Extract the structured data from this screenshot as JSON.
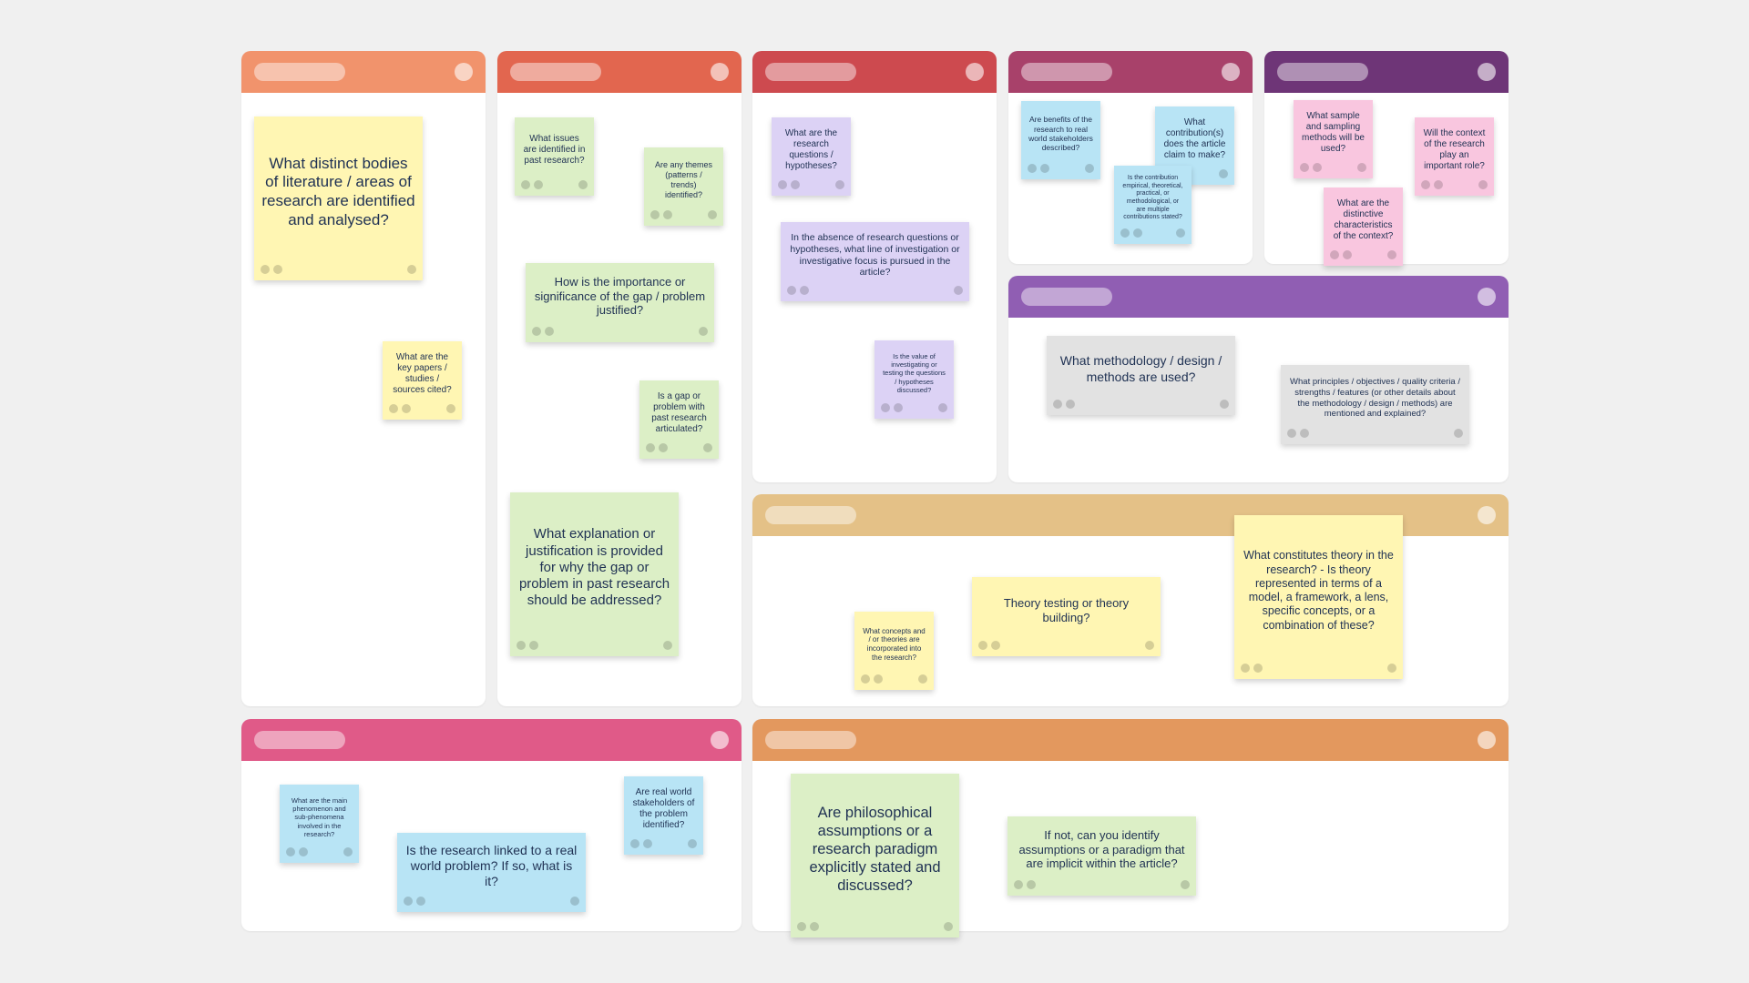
{
  "colors": {
    "canvas": "#f0f0f0",
    "frame_1_header": "#f1936c",
    "frame_2_header": "#e2664f",
    "frame_3_header": "#cd4a4f",
    "frame_4_header": "#a8416a",
    "frame_5_header": "#6e3577",
    "frame_6_header": "#905eb3",
    "frame_7_header": "#e4c187",
    "frame_8_header": "#e05a88",
    "frame_9_header": "#e3985e",
    "note_yellow": "#fff6b3",
    "note_green": "#dcefc6",
    "note_purple": "#dcd2f5",
    "note_blue": "#b8e4f5",
    "note_pink": "#f9c6df",
    "note_grey": "#e2e2e2",
    "note_text": "#1f3153"
  },
  "notes": {
    "n1": "What distinct bodies of literature / areas of research are identified and analysed?",
    "n2": "What are the key papers / studies / sources cited?",
    "n3": "What issues are identified in past research?",
    "n4": "Are any themes (patterns / trends) identified?",
    "n5": "How is the importance or significance of the gap / problem justified?",
    "n6": "Is a gap or problem with past research articulated?",
    "n7": "What explanation or justification is provided for why the gap or problem in past research should be addressed?",
    "n8": "What are the research questions / hypotheses?",
    "n9": "In the absence of research questions or hypotheses, what line of investigation or investigative focus is pursued in the article?",
    "n10": "Is the value of investigating or testing the questions / hypotheses discussed?",
    "n11": "Are benefits of the research to real world stakeholders described?",
    "n12": "What contribution(s) does the article claim to make?",
    "n13": "Is the contribution empirical, theoretical, practical, or methodological, or are multiple contributions stated?",
    "n14": "What sample and sampling methods will be used?",
    "n15": "Will the context of the research play an important role?",
    "n16": "What are the distinctive characteristics of the context?",
    "n17": "What methodology / design / methods are used?",
    "n18": "What principles / objectives / quality criteria / strengths / features (or other details about the methodology / design / methods) are mentioned and explained?",
    "n19": "What concepts and / or theories are incorporated into the research?",
    "n20": "Theory testing or theory building?",
    "n21": "What constitutes theory in the research? - Is theory represented in terms of a model, a framework, a lens, specific concepts, or a combination of these?",
    "n22": "What are the main phenomenon and sub-phenomena involved in the research?",
    "n23": "Is the research linked to a real world problem? If so, what is it?",
    "n24": "Are real world stakeholders of the problem identified?",
    "n25": "Are philosophical assumptions or a research paradigm explicitly stated and discussed?",
    "n26": "If not, can you identify assumptions or a paradigm that are implicit within the article?"
  }
}
